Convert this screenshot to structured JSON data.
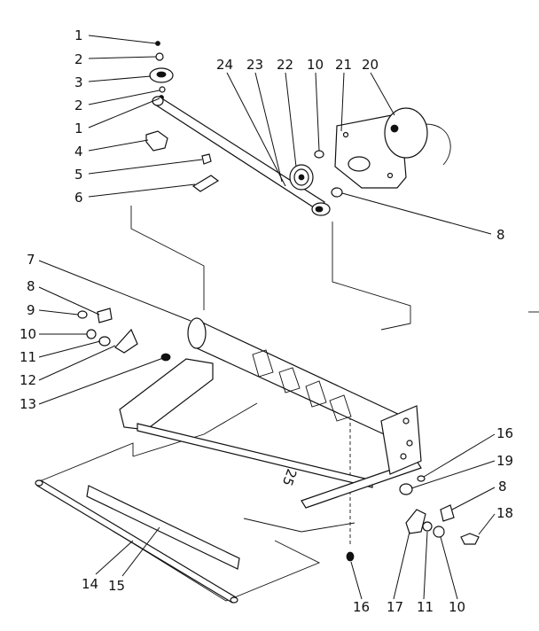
{
  "diagram": {
    "callouts": [
      {
        "id": "c1a",
        "text": "1"
      },
      {
        "id": "c2a",
        "text": "2"
      },
      {
        "id": "c3",
        "text": "3"
      },
      {
        "id": "c2b",
        "text": "2"
      },
      {
        "id": "c1b",
        "text": "1"
      },
      {
        "id": "c4",
        "text": "4"
      },
      {
        "id": "c5",
        "text": "5"
      },
      {
        "id": "c6",
        "text": "6"
      },
      {
        "id": "c24",
        "text": "24"
      },
      {
        "id": "c23",
        "text": "23"
      },
      {
        "id": "c22",
        "text": "22"
      },
      {
        "id": "c10a",
        "text": "10"
      },
      {
        "id": "c21",
        "text": "21"
      },
      {
        "id": "c20",
        "text": "20"
      },
      {
        "id": "c8a",
        "text": "8"
      },
      {
        "id": "c7",
        "text": "7"
      },
      {
        "id": "c8b",
        "text": "8"
      },
      {
        "id": "c9",
        "text": "9"
      },
      {
        "id": "c10b",
        "text": "10"
      },
      {
        "id": "c11a",
        "text": "11"
      },
      {
        "id": "c12",
        "text": "12"
      },
      {
        "id": "c13",
        "text": "13"
      },
      {
        "id": "c16a",
        "text": "16"
      },
      {
        "id": "c19",
        "text": "19"
      },
      {
        "id": "c8c",
        "text": "8"
      },
      {
        "id": "c18",
        "text": "18"
      },
      {
        "id": "c14",
        "text": "14"
      },
      {
        "id": "c15",
        "text": "15"
      },
      {
        "id": "c16b",
        "text": "16"
      },
      {
        "id": "c17",
        "text": "17"
      },
      {
        "id": "c11b",
        "text": "11"
      },
      {
        "id": "c10c",
        "text": "10"
      },
      {
        "id": "c25",
        "text": "25"
      }
    ]
  }
}
